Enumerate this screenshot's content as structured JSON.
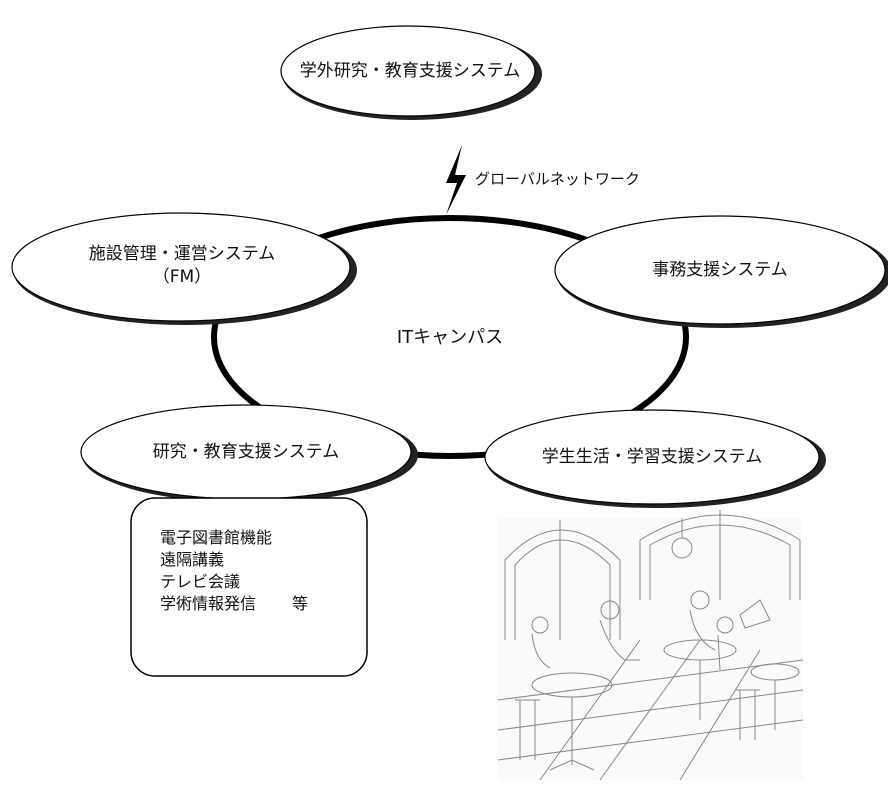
{
  "center": {
    "label": "ITキャンパス"
  },
  "nodes": {
    "external": {
      "label": "学外研究・教育支援システム"
    },
    "facility": {
      "line1": "施設管理・運営システム",
      "line2": "（FM）"
    },
    "office": {
      "label": "事務支援システム"
    },
    "research": {
      "label": "研究・教育支援システム"
    },
    "student": {
      "label": "学生生活・学習支援システム"
    }
  },
  "network": {
    "label": "グローバルネットワーク"
  },
  "research_details": {
    "items": [
      "電子図書館機能",
      "遠隔講義",
      "テレビ会議",
      "学術情報発信"
    ],
    "suffix": "等"
  }
}
